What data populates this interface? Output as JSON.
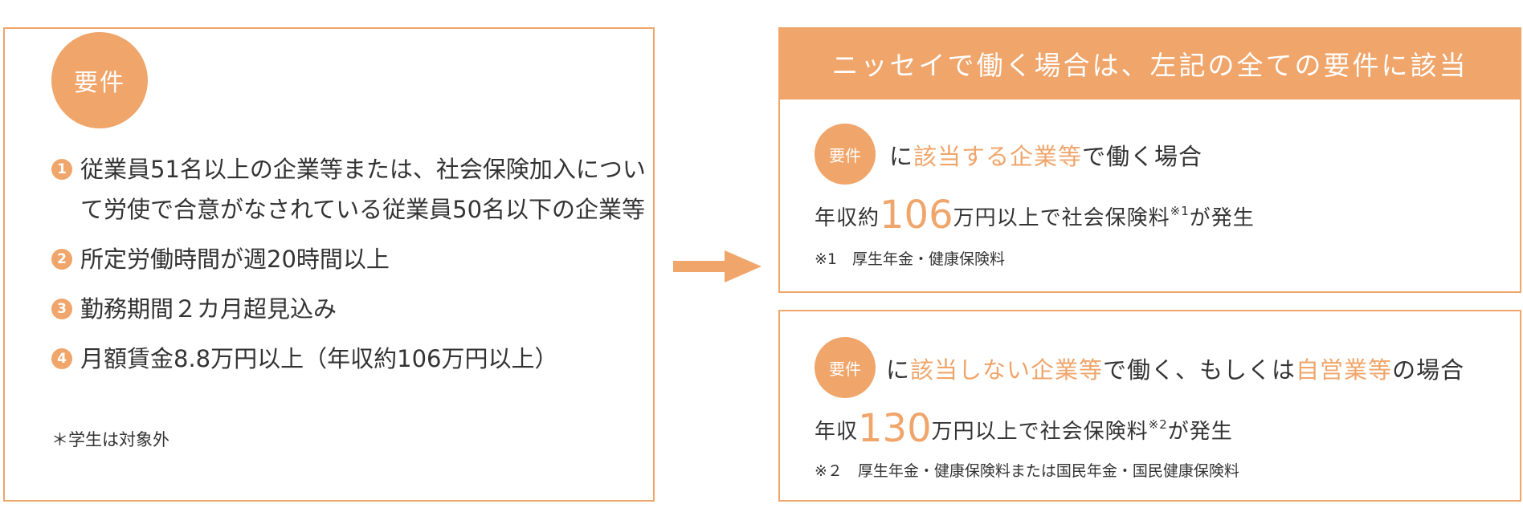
{
  "requirements": {
    "badge": "要件",
    "items": [
      {
        "num": "1",
        "text": "従業員51名以上の企業等または、社会保険加入について労使で合意がなされている従業員50名以下の企業等"
      },
      {
        "num": "2",
        "text": "所定労働時間が週20時間以上"
      },
      {
        "num": "3",
        "text": "勤務期間２カ月超見込み"
      },
      {
        "num": "4",
        "text": "月額賃金8.8万円以上（年収約106万円以上）"
      }
    ],
    "note": "＊学生は対象外"
  },
  "arrow_icon": "right-arrow-icon",
  "accent_color": "#f0a56a",
  "right": {
    "header": "ニッセイで働く場合は、左記の全ての要件に該当",
    "case1": {
      "badge": "要件",
      "title_a": "に",
      "title_hl": "該当する企業等",
      "title_b": "で働く場合",
      "income_pre": "年収約",
      "income_num": "106",
      "income_post": "万円以上で社会保険料",
      "income_sup": "※1",
      "income_end": "が発生",
      "footnote": "※1　厚生年金・健康保険料"
    },
    "case2": {
      "badge": "要件",
      "title_a": "に",
      "title_hl1": "該当しない企業等",
      "title_b": "で働く、もしくは",
      "title_hl2": "自営業等",
      "title_c": "の場合",
      "income_pre": "年収",
      "income_num": "130",
      "income_post": "万円以上で社会保険料",
      "income_sup": "※2",
      "income_end": "が発生",
      "footnote": "※２　厚生年金・健康保険料または国民年金・国民健康保険料"
    }
  }
}
